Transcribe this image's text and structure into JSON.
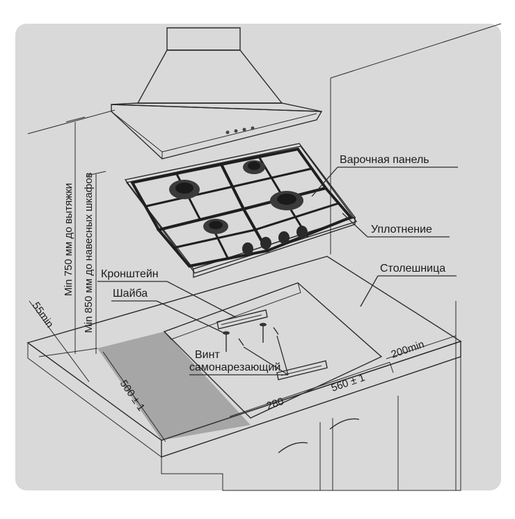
{
  "labels": {
    "hob": "Варочная панель",
    "seal": "Уплотнение",
    "countertop": "Столешница",
    "bracket": "Кронштейн",
    "washer": "Шайба",
    "screw_line1": "Винт",
    "screw_line2": "самонарезающий"
  },
  "dimensions": {
    "hood_clearance": "Min 750 мм до вытяжки",
    "cabinet_clearance": "Min 850 мм до навесных шкафов",
    "front_min": "55min",
    "side_min": "200min",
    "depth": "500 ± 1",
    "width": "560 ± 1",
    "half_width": "280"
  },
  "colors": {
    "wall": "#d9d9d9",
    "countertop": "#8a8a8a",
    "countertop_edge": "#b4b4b4",
    "cabinet": "#c9c9c9",
    "cutout": "#ffffff",
    "hob_steel": "#d4d4d4",
    "hood": "#ededed"
  },
  "icons": [
    "burner-icon",
    "control-knob-icon",
    "screw-icon",
    "bracket-icon"
  ]
}
